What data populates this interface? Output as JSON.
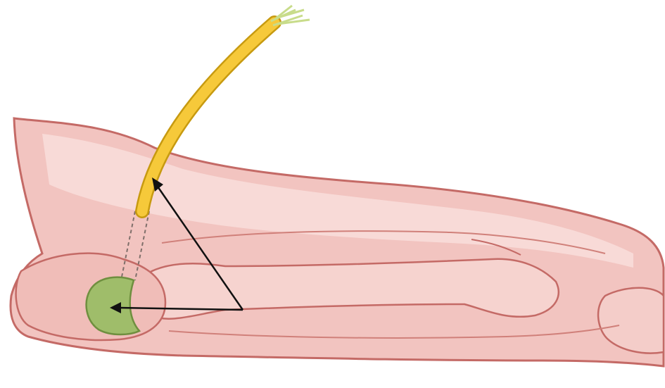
{
  "illustration": {
    "subject": "anatomical-drawing",
    "colors": {
      "background": "#ffffff",
      "tissue_fill": "#f2c4c0",
      "tissue_light": "#f9dedb",
      "tissue_outline": "#c46a66",
      "bone_fill": "#f6d3cf",
      "tube_fill": "#f6c93a",
      "tube_edge": "#c79a10",
      "tube_tip": "#e4f0b0",
      "target_fill": "#9fbd6a",
      "target_edge": "#6f8f3f",
      "arrow": "#111111"
    },
    "icons": [
      "arrow-pointer-tube",
      "arrow-pointer-target"
    ]
  }
}
